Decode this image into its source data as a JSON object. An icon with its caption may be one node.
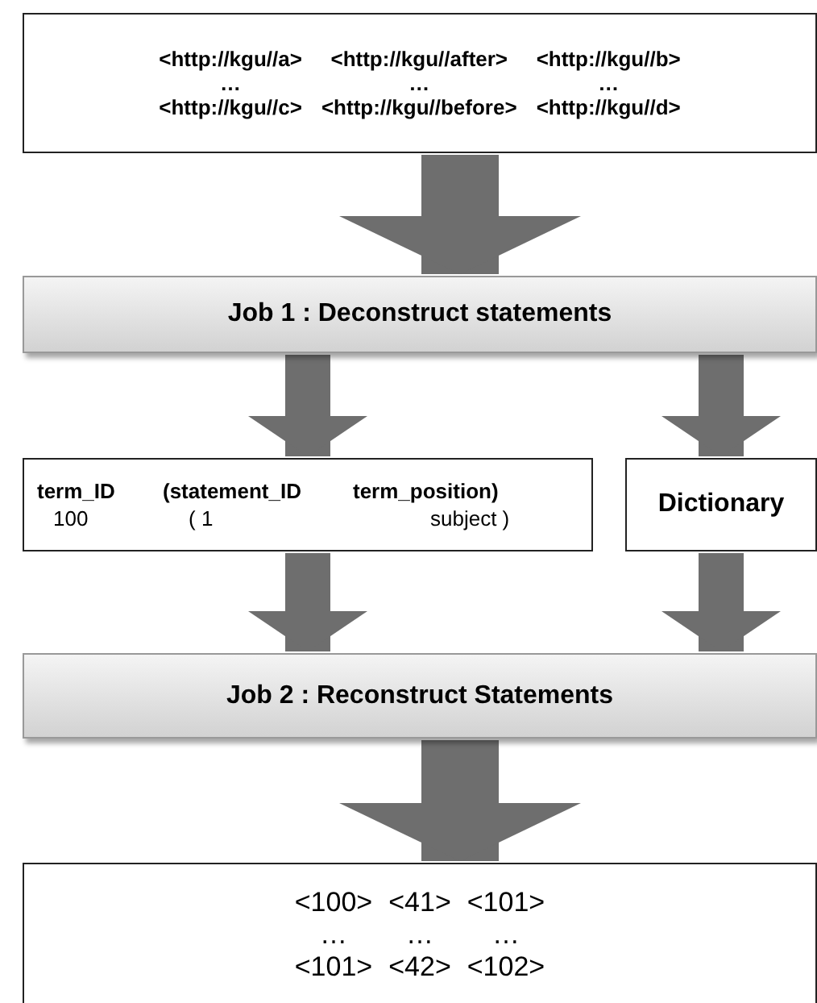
{
  "diagram": {
    "nodes": [
      {
        "text": [
          "<http://kgu//a>",
          "<http://kgu//after>",
          "<http://kgu//b>",
          "…",
          "…",
          "…",
          "<http://kgu//c>",
          "<http://kgu//before>",
          "<http://kgu//d>"
        ]
      },
      {
        "text": [
          "Job 1 : Deconstruct statements"
        ]
      },
      {
        "text": [
          "term_ID",
          "(statement_ID",
          "term_position)",
          "100",
          "( 1",
          "subject )"
        ]
      },
      {
        "text": [
          "Dictionary"
        ]
      },
      {
        "text": [
          "Job 2 : Reconstruct Statements"
        ]
      },
      {
        "text": [
          "<100>",
          "<41>",
          "<101>",
          "…",
          "…",
          "…",
          "<101>",
          "<42>",
          "<102>"
        ]
      }
    ],
    "edges": [
      {
        "from": 0,
        "to": 1,
        "arrow": "to"
      },
      {
        "from": 1,
        "to": 2,
        "arrow": "to"
      },
      {
        "from": 1,
        "to": 3,
        "arrow": "to"
      },
      {
        "from": 2,
        "to": 4,
        "arrow": "to"
      },
      {
        "from": 3,
        "to": 4,
        "arrow": "to"
      },
      {
        "from": 4,
        "to": 5,
        "arrow": "to"
      }
    ]
  }
}
